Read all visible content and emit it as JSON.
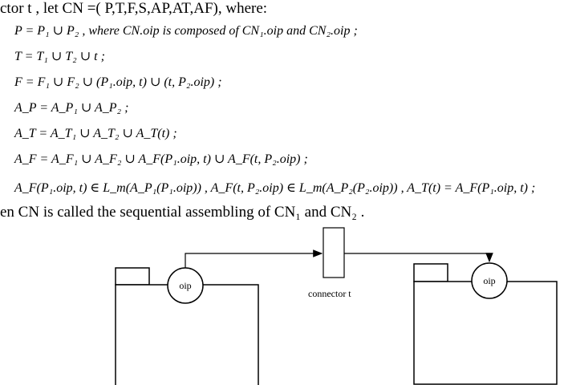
{
  "definition": {
    "intro": "ctor  t , let CN =( P,T,F,S,AP,AT,AF), where:",
    "equations": [
      "P = P₁ ∪ P₂ ,  where  CN.oip  is composed of  CN₁.oip  and  CN₂.oip ;",
      "T = T₁ ∪ T₂ ∪ t ;",
      "F = F₁ ∪ F₂ ∪ (P₁.oip, t) ∪ (t, P₂.oip) ;",
      "A_P = A_P₁ ∪ A_P₂ ;",
      "A_T = A_T₁ ∪ A_T₂ ∪ A_T(t) ;",
      "A_F = A_F₁ ∪ A_F₂ ∪ A_F(P₁.oip, t) ∪ A_F(t, P₂.oip) ;",
      "A_F(P₁.oip, t) ∈ L_m(A_P₁(P₁.oip)) ,  A_F(t, P₂.oip) ∈ L_m(A_P₂(P₂.oip)) ,  A_T(t) = A_F(P₁.oip, t) ;"
    ],
    "conclusion": "en CN is called the sequential assembling of  CN₁  and  CN₂ ."
  },
  "diagram": {
    "left_component_port": "oip",
    "right_component_port": "oip",
    "connector_label": "connector t"
  }
}
